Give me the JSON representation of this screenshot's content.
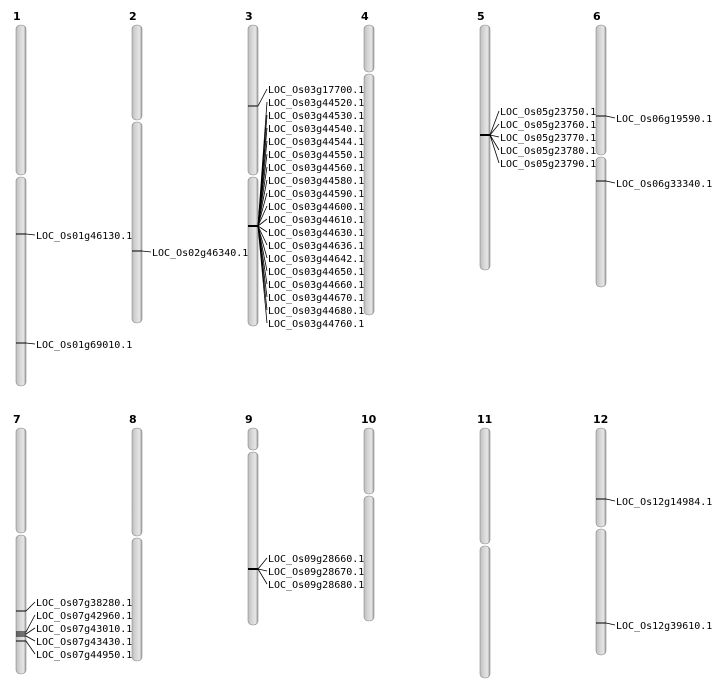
{
  "chromosomes": [
    {
      "name": "1",
      "genes": [
        "LOC_Os01g46130.1",
        "LOC_Os01g69010.1"
      ]
    },
    {
      "name": "2",
      "genes": [
        "LOC_Os02g46340.1"
      ]
    },
    {
      "name": "3",
      "genes": [
        "LOC_Os03g17700.1",
        "LOC_Os03g44520.1",
        "LOC_Os03g44530.1",
        "LOC_Os03g44540.1",
        "LOC_Os03g44544.1",
        "LOC_Os03g44550.1",
        "LOC_Os03g44560.1",
        "LOC_Os03g44580.1",
        "LOC_Os03g44590.1",
        "LOC_Os03g44600.1",
        "LOC_Os03g44610.1",
        "LOC_Os03g44630.1",
        "LOC_Os03g44636.1",
        "LOC_Os03g44642.1",
        "LOC_Os03g44650.1",
        "LOC_Os03g44660.1",
        "LOC_Os03g44670.1",
        "LOC_Os03g44680.1",
        "LOC_Os03g44760.1"
      ]
    },
    {
      "name": "4",
      "genes": []
    },
    {
      "name": "5",
      "genes": [
        "LOC_Os05g23750.1",
        "LOC_Os05g23760.1",
        "LOC_Os05g23770.1",
        "LOC_Os05g23780.1",
        "LOC_Os05g23790.1"
      ]
    },
    {
      "name": "6",
      "genes": [
        "LOC_Os06g19590.1",
        "LOC_Os06g33340.1"
      ]
    },
    {
      "name": "7",
      "genes": [
        "LOC_Os07g38280.1",
        "LOC_Os07g42960.1",
        "LOC_Os07g43010.1",
        "LOC_Os07g43430.1",
        "LOC_Os07g44950.1"
      ]
    },
    {
      "name": "8",
      "genes": []
    },
    {
      "name": "9",
      "genes": [
        "LOC_Os09g28660.1",
        "LOC_Os09g28670.1",
        "LOC_Os09g28680.1"
      ]
    },
    {
      "name": "10",
      "genes": []
    },
    {
      "name": "11",
      "genes": []
    },
    {
      "name": "12",
      "genes": [
        "LOC_Os12g14984.1",
        "LOC_Os12g39610.1"
      ]
    }
  ],
  "colors": {
    "chromosome": "#d4d4d4",
    "chromosome_edge": "#8a8a8a",
    "marker": "#000000"
  }
}
